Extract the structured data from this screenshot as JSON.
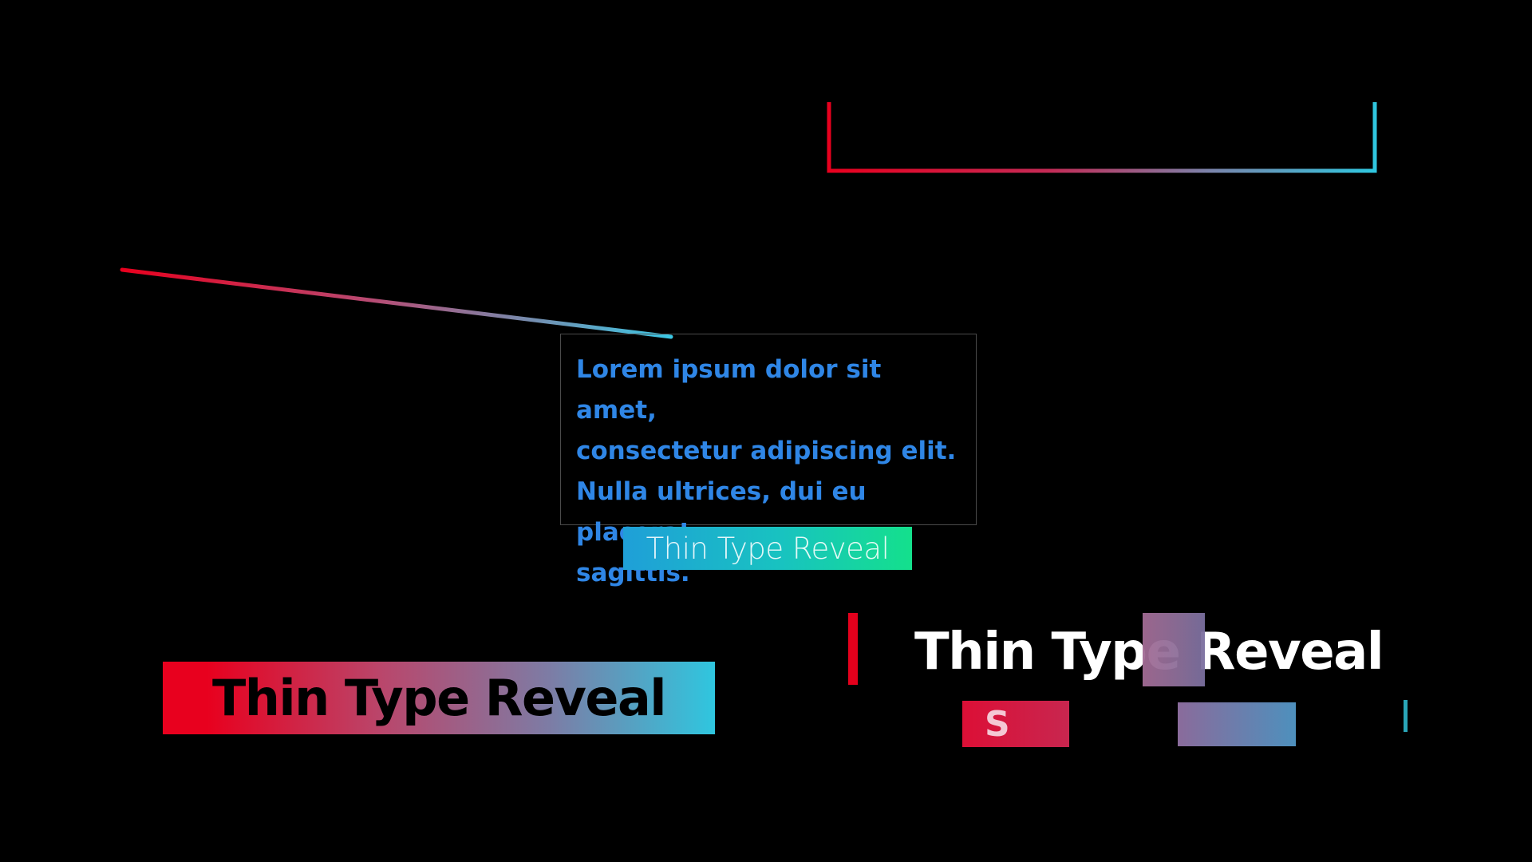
{
  "colors": {
    "red": "#e8001e",
    "cyan": "#2fc6df",
    "blue_text": "#2f86e6",
    "green": "#14e08c",
    "background": "#000000"
  },
  "center_box": {
    "body_text": "Lorem ipsum dolor sit amet,\nconsectetur adipiscing elit.\nNulla ultrices, dui eu placerat\nsagittis."
  },
  "thin_label": {
    "text": "Thin Type Reveal"
  },
  "banner_left": {
    "text": "Thin Type Reveal"
  },
  "reveal_right": {
    "title": "Thin Type Reveal",
    "sub_letter": "S"
  }
}
